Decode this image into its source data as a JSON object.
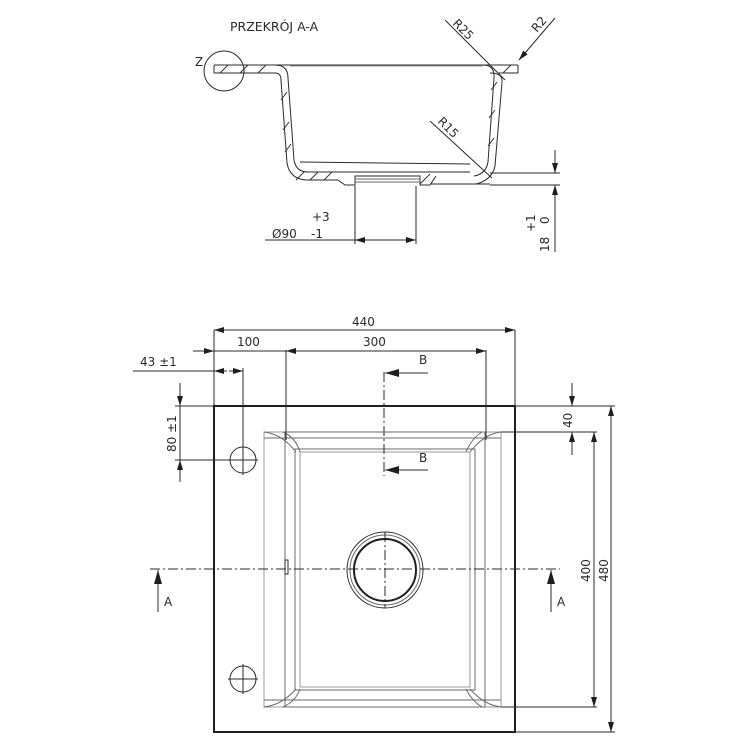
{
  "section_view": {
    "title": "PRZEKRÓJ A-A",
    "detail_marker": "Z",
    "radius_labels": {
      "r25": "R25",
      "r2": "R2",
      "r15": "R15"
    },
    "drain_diameter": {
      "symbol": "Ø90",
      "upper_tol": "+3",
      "lower_tol": "-1"
    },
    "depth_dimension": {
      "value": "18",
      "upper_tol": "+1",
      "lower_tol": "0"
    }
  },
  "plan_view": {
    "dimensions": {
      "overall_width": "440",
      "offset_left": "100",
      "bowl_width": "300",
      "hole_offset_x": "43 ±1",
      "hole_offset_y": "80 ±1",
      "top_margin": "40",
      "bowl_length": "400",
      "overall_length": "480"
    },
    "section_markers": {
      "a_left": "A",
      "a_right": "A",
      "b_top": "B",
      "b_bottom": "B"
    }
  },
  "colors": {
    "line": "#1e1e1e",
    "light_line": "#9a9a9a",
    "text": "#2a2a2a",
    "background": "#ffffff"
  }
}
